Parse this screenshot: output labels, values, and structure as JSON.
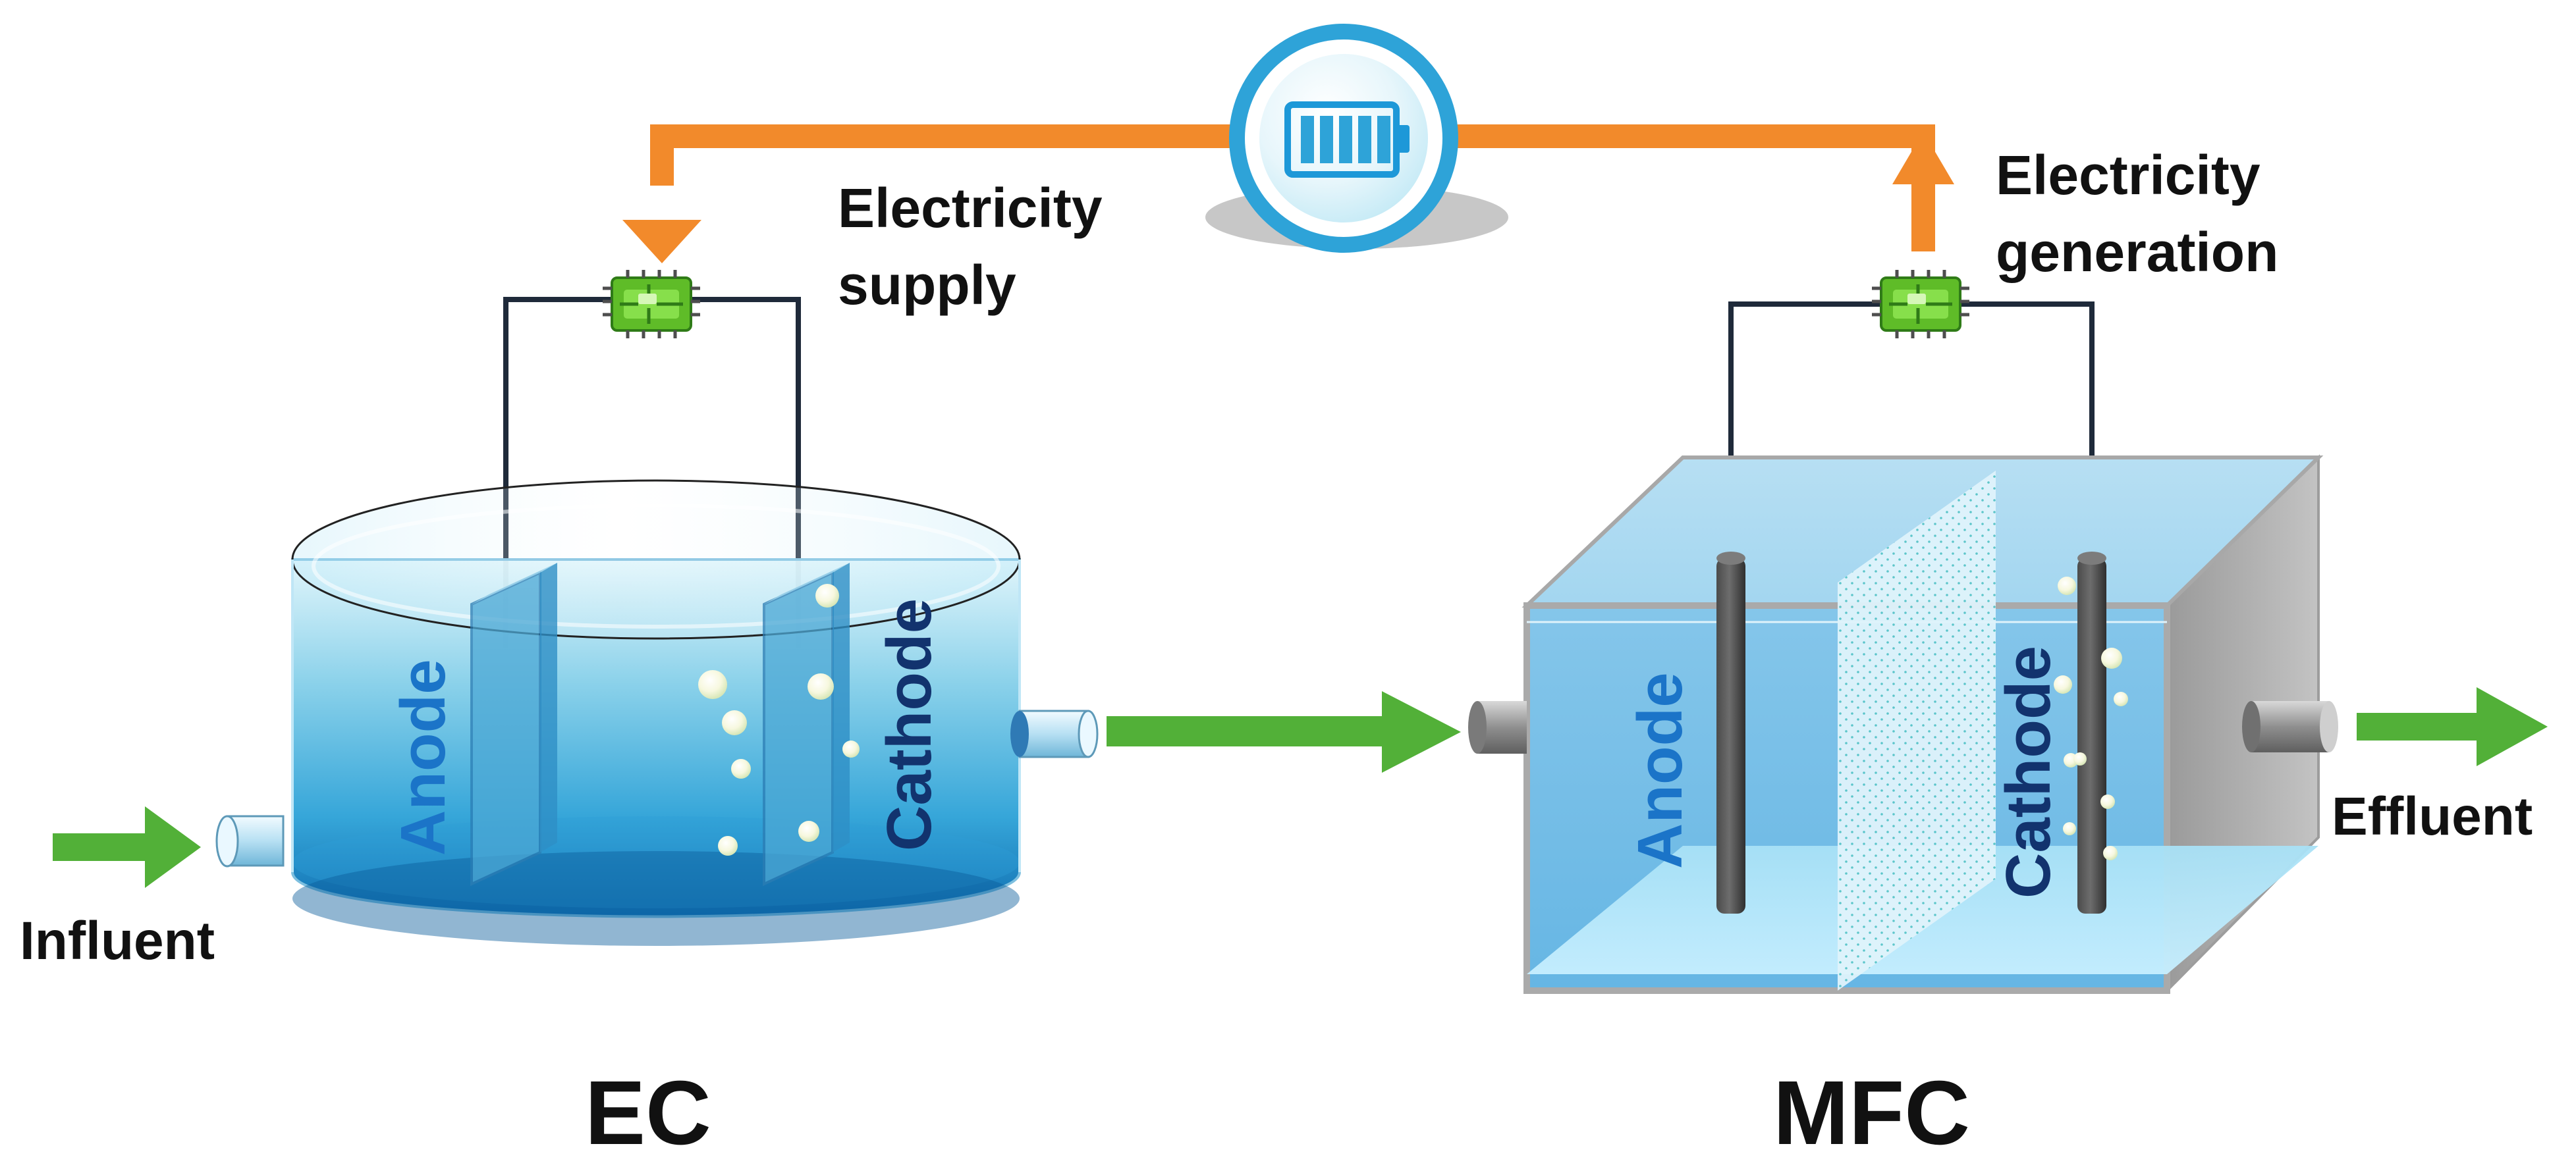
{
  "labels": {
    "electricity_supply_line1": "Electricity",
    "electricity_supply_line2": "supply",
    "electricity_generation_line1": "Electricity",
    "electricity_generation_line2": "generation",
    "influent": "Influent",
    "effluent": "Effluent",
    "ec_anode": "Anode",
    "ec_cathode": "Cathode",
    "mfc_anode": "Anode",
    "mfc_cathode": "Cathode",
    "ec_title": "EC",
    "mfc_title": "MFC"
  },
  "icons": {
    "battery": "battery-icon",
    "circuit_chip": "circuit-chip-icon",
    "pipe": "pipe-icon",
    "flow_arrow": "arrow-right-icon",
    "power_arrow": "arrow-icon"
  },
  "colors": {
    "power_line": "#f28a2b",
    "flow_arrow": "#52b038",
    "wire": "#1f2a3a",
    "label_dark": "#111111",
    "electrode_label_blue": "#1b74c8",
    "electrode_label_navy": "#12336e",
    "battery_ring": "#2ea3d8",
    "water_deep": "#1d8fd0",
    "water_light": "#9ad6ef",
    "mfc_gray": "#a7a7a7"
  }
}
